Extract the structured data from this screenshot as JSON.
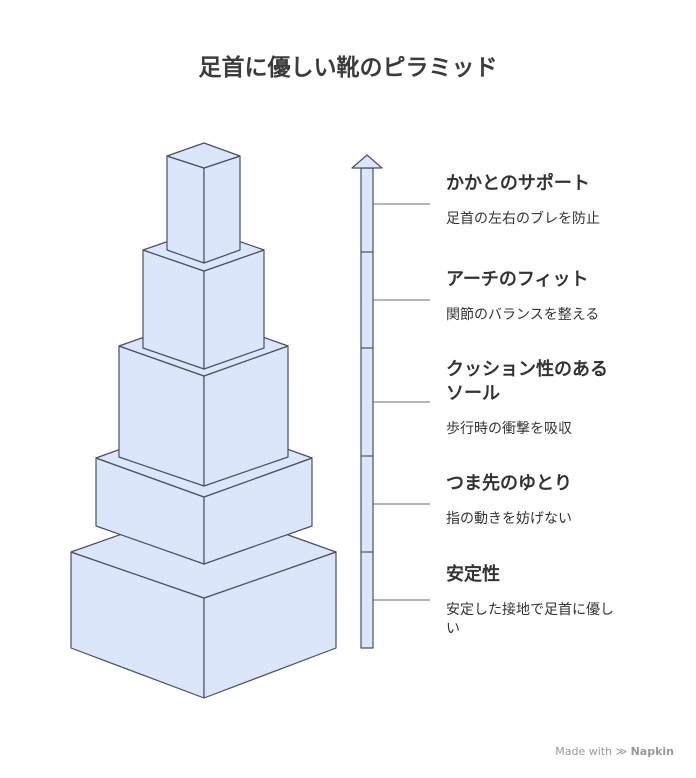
{
  "title": "足首に優しい靴のピラミッド",
  "levels": [
    {
      "title": "かかとのサポート",
      "desc": "足首の左右のブレを防止"
    },
    {
      "title": "アーチのフィット",
      "desc": "関節のバランスを整える"
    },
    {
      "title": "クッション性のあるソール",
      "desc": "歩行時の衝撃を吸収"
    },
    {
      "title": "つま先のゆとり",
      "desc": "指の動きを妨げない"
    },
    {
      "title": "安定性",
      "desc": "安定した接地で足首に優しい"
    }
  ],
  "footer": {
    "made_with": "Made with",
    "brand": "Napkin"
  },
  "colors": {
    "box_fill": "#dbe6fb",
    "box_stroke": "#4a5063",
    "leader": "#6b6b6b",
    "text": "#333333"
  }
}
